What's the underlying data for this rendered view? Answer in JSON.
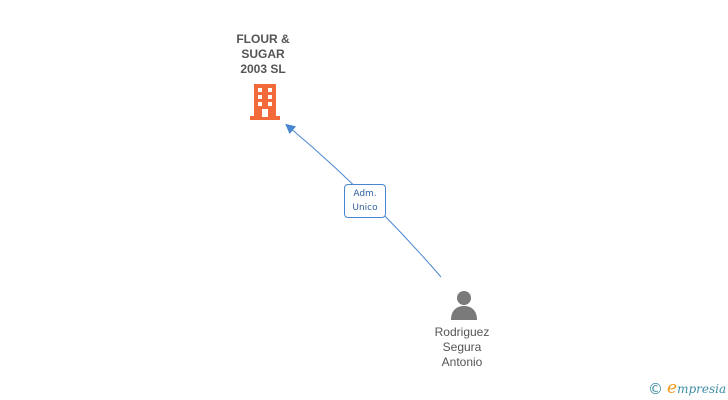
{
  "diagram": {
    "company": {
      "name_lines": [
        "FLOUR &",
        "SUGAR",
        "2003 SL"
      ],
      "icon": "building-icon",
      "color": "#f26a3a"
    },
    "relationship": {
      "role_lines": [
        "Adm.",
        "Unico"
      ],
      "color": "#4a86d0"
    },
    "person": {
      "name_lines": [
        "Rodriguez",
        "Segura",
        "Antonio"
      ],
      "icon": "person-icon",
      "color": "#7a7a7a"
    }
  },
  "watermark": {
    "copyright": "©",
    "brand_initial": "e",
    "brand_rest": "mpresia",
    "brand_color": "#3b8ea5",
    "brand_accent": "#f29b1d"
  }
}
